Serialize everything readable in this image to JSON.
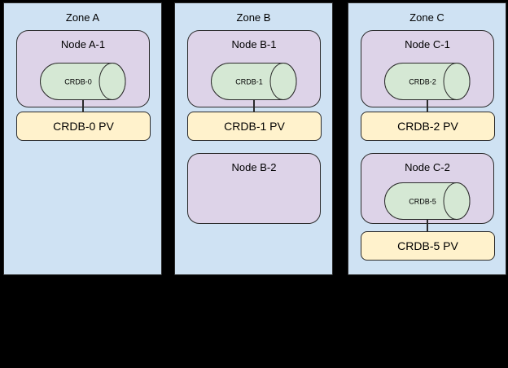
{
  "diagram": {
    "zones": [
      {
        "label": "Zone A",
        "nodes": [
          {
            "label": "Node A-1",
            "db": "CRDB-0",
            "pv": "CRDB-0 PV"
          }
        ]
      },
      {
        "label": "Zone B",
        "nodes": [
          {
            "label": "Node B-1",
            "db": "CRDB-1",
            "pv": "CRDB-1 PV"
          },
          {
            "label": "Node B-2"
          }
        ]
      },
      {
        "label": "Zone C",
        "nodes": [
          {
            "label": "Node C-1",
            "db": "CRDB-2",
            "pv": "CRDB-2 PV"
          },
          {
            "label": "Node C-2",
            "db": "CRDB-5",
            "pv": "CRDB-5 PV"
          }
        ]
      }
    ]
  },
  "colors": {
    "zone-fill": "#cfe2f3",
    "node-fill": "#ddd3e8",
    "db-fill": "#d5e8d4",
    "pv-fill": "#fff2cc",
    "border": "#2b2b2b",
    "text": "#000000",
    "canvas-bg": "#000000"
  }
}
